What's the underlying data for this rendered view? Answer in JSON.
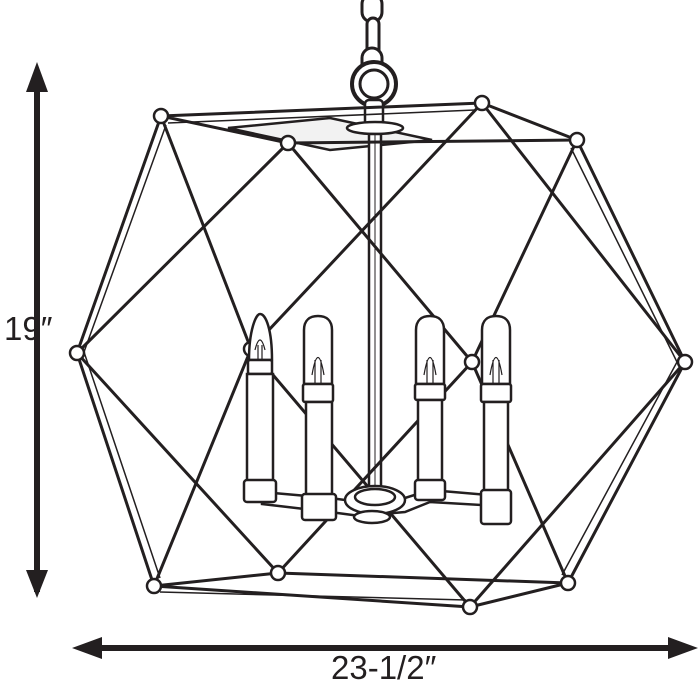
{
  "dimensions": {
    "height_label": "19″",
    "width_label": "23-1/2″"
  },
  "product": {
    "lights": 4,
    "colors": {
      "line": "#231f20",
      "background": "#ffffff"
    }
  }
}
